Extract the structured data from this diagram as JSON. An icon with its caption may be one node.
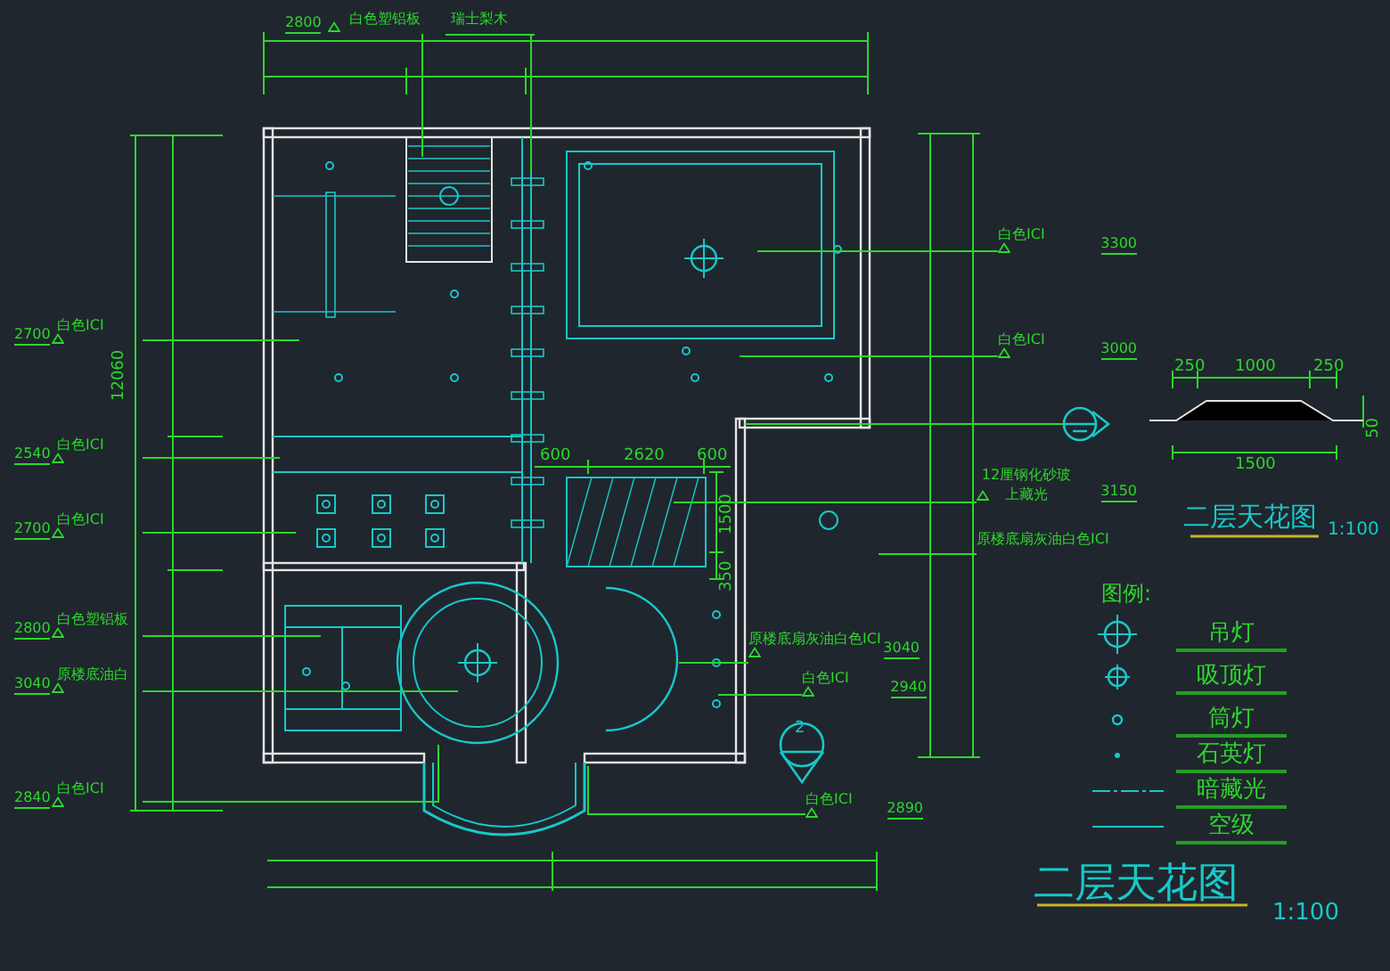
{
  "diagram": {
    "title": "二层天花图",
    "nodes": [
      {
        "text": [
          "2800",
          "白色塑铝板"
        ]
      },
      {
        "text": [
          "瑞士梨木"
        ]
      },
      {
        "text": [
          "白色ICI",
          "2700"
        ]
      },
      {
        "text": [
          "白色ICI",
          "2540"
        ]
      },
      {
        "text": [
          "白色ICI",
          "2700"
        ]
      },
      {
        "text": [
          "白色塑铝板",
          "2800"
        ]
      },
      {
        "text": [
          "原楼底油白",
          "3040"
        ]
      },
      {
        "text": [
          "白色ICI",
          "2840"
        ]
      },
      {
        "text": [
          "白色ICI",
          "3300"
        ]
      },
      {
        "text": [
          "白色ICI",
          "3000"
        ]
      },
      {
        "text": [
          "12厘钢化砂玻上藏光",
          "3150"
        ]
      },
      {
        "text": [
          "原楼底扇灰油白色ICI"
        ]
      },
      {
        "text": [
          "原楼底扇灰油白色ICI",
          "3040"
        ]
      },
      {
        "text": [
          "白色ICI",
          "2940"
        ]
      },
      {
        "text": [
          "白色ICI",
          "2890"
        ]
      }
    ],
    "edges": [
      {
        "from": 0,
        "to": null,
        "arrow": "none"
      },
      {
        "from": 1,
        "to": null,
        "arrow": "none"
      },
      {
        "from": 2,
        "to": null,
        "arrow": "none"
      },
      {
        "from": 3,
        "to": null,
        "arrow": "none"
      },
      {
        "from": 4,
        "to": null,
        "arrow": "none"
      },
      {
        "from": 5,
        "to": null,
        "arrow": "none"
      },
      {
        "from": 6,
        "to": null,
        "arrow": "none"
      },
      {
        "from": 7,
        "to": null,
        "arrow": "none"
      },
      {
        "from": 8,
        "to": null,
        "arrow": "none"
      },
      {
        "from": 9,
        "to": null,
        "arrow": "none"
      },
      {
        "from": 10,
        "to": null,
        "arrow": "none"
      },
      {
        "from": 11,
        "to": null,
        "arrow": "none"
      },
      {
        "from": 12,
        "to": null,
        "arrow": "none"
      },
      {
        "from": 13,
        "to": null,
        "arrow": "none"
      },
      {
        "from": 14,
        "to": null,
        "arrow": "none"
      }
    ],
    "labels": [
      "12060",
      "600",
      "2620",
      "600",
      "1500",
      "350",
      "250",
      "1000",
      "250",
      "1500",
      "50",
      "二层天花图",
      "1:100",
      "图例:",
      "2",
      "1:100"
    ],
    "legend": [
      {
        "text": "吊灯"
      },
      {
        "text": "吸顶灯"
      },
      {
        "text": "筒灯"
      },
      {
        "text": "石英灯"
      },
      {
        "text": "暗藏光"
      },
      {
        "text": "空级"
      }
    ]
  }
}
